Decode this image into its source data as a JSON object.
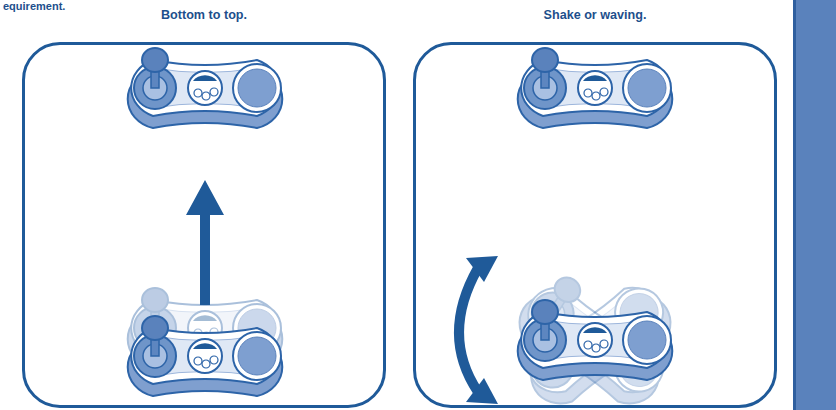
{
  "diagram": {
    "nodes": [
      {
        "text": [
          "Bottom to top."
        ]
      },
      {
        "text": [
          "Shake or waving."
        ]
      }
    ],
    "labels": [
      "equirement."
    ]
  }
}
